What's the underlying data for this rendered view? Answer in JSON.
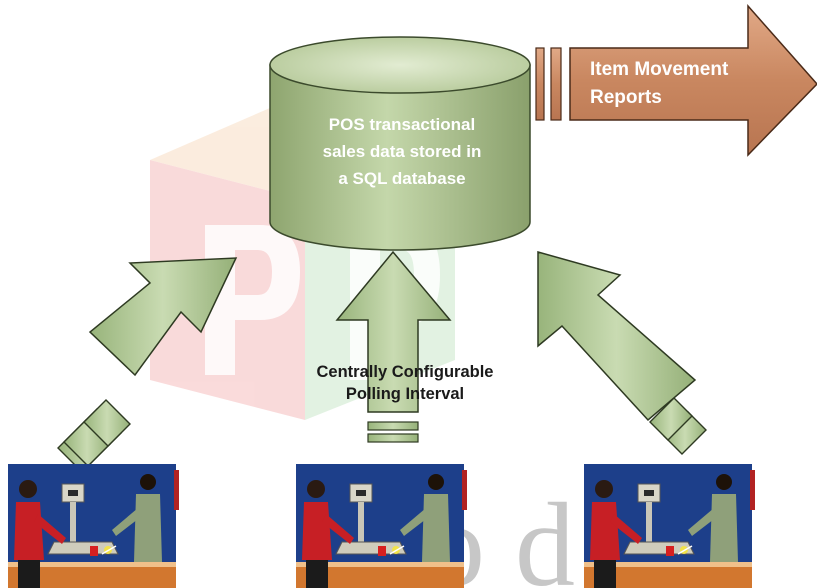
{
  "database": {
    "lines": [
      "POS transactional",
      "sales data stored in",
      "a SQL database"
    ]
  },
  "output": {
    "lines": [
      "Item Movement",
      "Reports"
    ]
  },
  "polling": {
    "lines": [
      "Centrally Configurable",
      "Polling Interval"
    ]
  },
  "terminals": [
    {
      "icon": "pos-checkout-scene"
    },
    {
      "icon": "pos-checkout-scene"
    },
    {
      "icon": "pos-checkout-scene"
    }
  ],
  "colors": {
    "db_fill": "#b5c99a",
    "arrow_fill": "#a9c48f",
    "report_fill": "#c98a66",
    "scene_background": "#1d3f8a",
    "counter": "#d2772f"
  },
  "watermark": {
    "letters": "PD",
    "text": "C    o    d"
  }
}
